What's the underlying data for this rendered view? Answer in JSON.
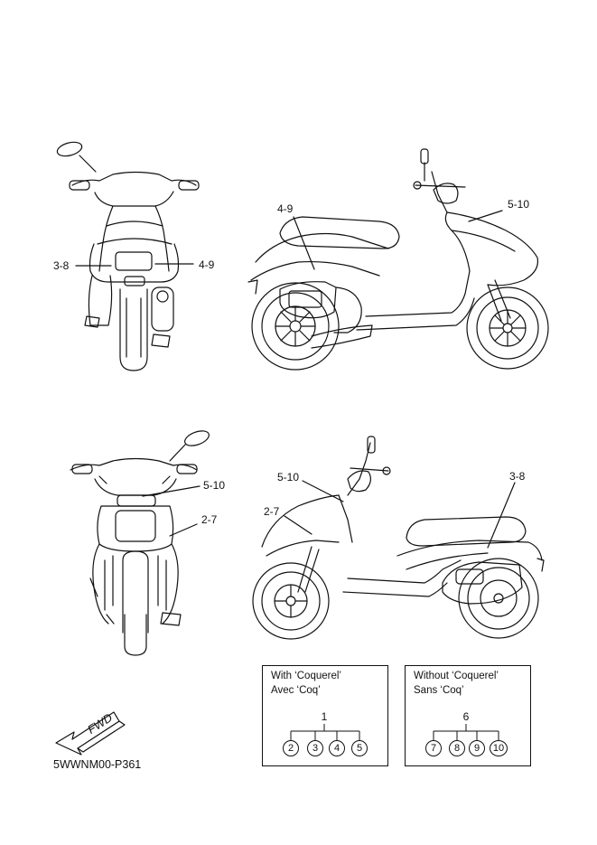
{
  "callouts": {
    "rear_left": "3-8",
    "rear_right": "4-9",
    "side_top": "4-9",
    "side_front": "5-10",
    "front_a": "5-10",
    "front_b": "2-7",
    "lside_a": "5-10",
    "lside_b": "2-7",
    "lside_c": "3-8"
  },
  "fwd_label": "FWD",
  "variant_with": {
    "line1": "With ‘Coquerel’",
    "line2": "Avec ‘Coq’",
    "parent": "1",
    "children": [
      "2",
      "3",
      "4",
      "5"
    ]
  },
  "variant_without": {
    "line1": "Without ‘Coquerel’",
    "line2": "Sans ‘Coq’",
    "parent": "6",
    "children": [
      "7",
      "8",
      "9",
      "10"
    ]
  },
  "diagram_code": "5WWNM00-P361"
}
